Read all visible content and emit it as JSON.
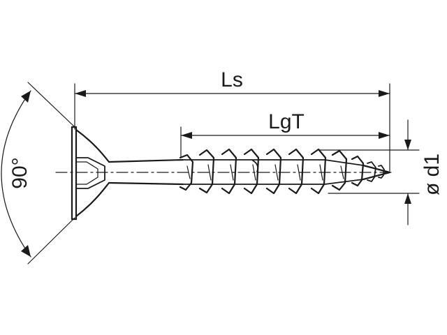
{
  "diagram": {
    "labels": {
      "angle": "90°",
      "overall_length": "Ls",
      "thread_length": "LgT",
      "diameter": "ø d1"
    },
    "colors": {
      "line": "#1a1a1a",
      "background": "#ffffff"
    }
  }
}
